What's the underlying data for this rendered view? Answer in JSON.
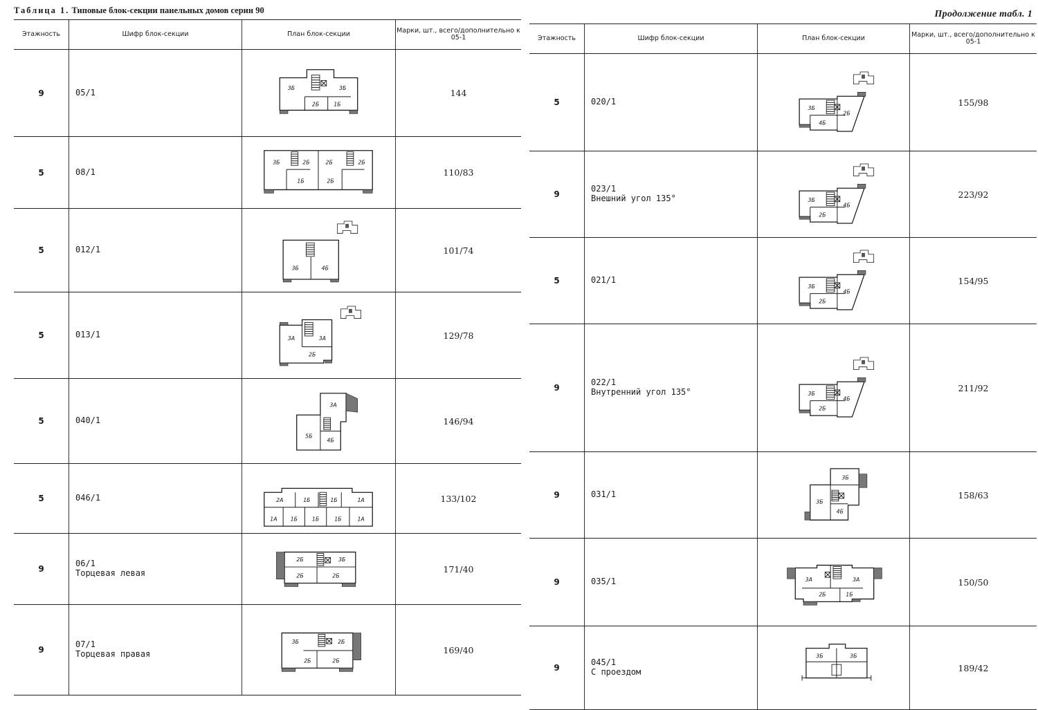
{
  "page": {
    "title_lead": "Таблица 1.",
    "title_rest": " Типовые блок-секции панельных домов серин 90",
    "continuation": "Продолжение табл. 1"
  },
  "table": {
    "headers": {
      "floors": "Этажность",
      "code": "Шифр блок-секции",
      "plan": "План блок-секции",
      "marks": "Марки, шт., всего/дополнительно к 05-1"
    }
  },
  "left_rows": [
    {
      "floors": "9",
      "code": "05/1",
      "note": "",
      "marks": "144",
      "plan": {
        "shape": "end-both",
        "rooms": [
          "3Б",
          "3Б",
          "2Б",
          "1Б"
        ]
      }
    },
    {
      "floors": "5",
      "code": "08/1",
      "note": "",
      "marks": "110/83",
      "plan": {
        "shape": "double",
        "rooms": [
          "3Б",
          "2Б",
          "2Б",
          "2Б",
          "1Б",
          "2Б"
        ]
      }
    },
    {
      "floors": "5",
      "code": "012/1",
      "note": "",
      "marks": "101/74",
      "plan": {
        "shape": "simple-key",
        "rooms": [
          "3Б",
          "4Б"
        ]
      }
    },
    {
      "floors": "5",
      "code": "013/1",
      "note": "",
      "marks": "129/78",
      "plan": {
        "shape": "step-key",
        "rooms": [
          "3А",
          "3А",
          "2Б"
        ]
      }
    },
    {
      "floors": "5",
      "code": "040/1",
      "note": "",
      "marks": "146/94",
      "plan": {
        "shape": "offset",
        "rooms": [
          "3А",
          "5Б",
          "4Б"
        ]
      }
    },
    {
      "floors": "5",
      "code": "046/1",
      "note": "",
      "marks": "133/102",
      "plan": {
        "shape": "long",
        "rooms": [
          "2А",
          "1Б",
          "1Б",
          "1А",
          "1А",
          "1Б",
          "1Б",
          "1Б",
          "1А"
        ]
      }
    },
    {
      "floors": "9",
      "code": "06/1",
      "note": "Торцевая левая",
      "marks": "171/40",
      "plan": {
        "shape": "end-left",
        "rooms": [
          "2Б",
          "3Б",
          "2Б",
          "2Б"
        ]
      }
    },
    {
      "floors": "9",
      "code": "07/1",
      "note": "Торцевая правая",
      "marks": "169/40",
      "plan": {
        "shape": "end-right",
        "rooms": [
          "3Б",
          "2Б",
          "2Б",
          "2Б"
        ]
      }
    }
  ],
  "right_rows": [
    {
      "floors": "5",
      "code": "020/1",
      "note": "",
      "marks": "155/98",
      "plan": {
        "shape": "angled-key",
        "rooms": [
          "3Б",
          "4Б",
          "2Б"
        ]
      }
    },
    {
      "floors": "9",
      "code": "023/1",
      "note": "Внешний угол 135°",
      "marks": "223/92",
      "plan": {
        "shape": "angled-key",
        "rooms": [
          "3Б",
          "2Б",
          "4Б"
        ]
      }
    },
    {
      "floors": "5",
      "code": "021/1",
      "note": "",
      "marks": "154/95",
      "plan": {
        "shape": "angled-key",
        "rooms": [
          "3Б",
          "2Б",
          "4Б"
        ]
      }
    },
    {
      "floors": "9",
      "code": "022/1",
      "note": "Внутренний угол 135°",
      "marks": "211/92",
      "plan": {
        "shape": "angled-key",
        "rooms": [
          "3Б",
          "2Б",
          "4Б"
        ]
      }
    },
    {
      "floors": "9",
      "code": "031/1",
      "note": "",
      "marks": "158/63",
      "plan": {
        "shape": "offset-right",
        "rooms": [
          "3Б",
          "3Б",
          "4Б"
        ]
      }
    },
    {
      "floors": "9",
      "code": "035/1",
      "note": "",
      "marks": "150/50",
      "plan": {
        "shape": "wide",
        "rooms": [
          "3А",
          "3А",
          "2Б",
          "1Б"
        ]
      }
    },
    {
      "floors": "9",
      "code": "045/1",
      "note": "С проездом",
      "marks": "189/42",
      "plan": {
        "shape": "passage",
        "rooms": [
          "3Б",
          "3Б"
        ]
      }
    }
  ]
}
